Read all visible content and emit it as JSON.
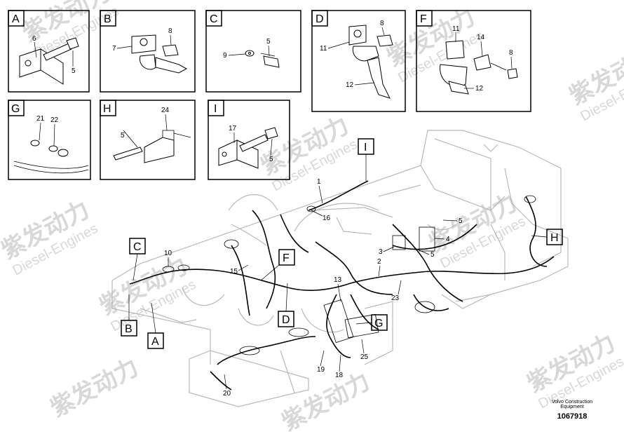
{
  "detail_boxes": [
    {
      "id": "box-a",
      "letter": "A",
      "callouts": [
        "6",
        "5"
      ]
    },
    {
      "id": "box-b",
      "letter": "B",
      "callouts": [
        "8",
        "7"
      ]
    },
    {
      "id": "box-c",
      "letter": "C",
      "callouts": [
        "5",
        "9"
      ]
    },
    {
      "id": "box-d",
      "letter": "D",
      "callouts": [
        "8",
        "11",
        "12"
      ]
    },
    {
      "id": "box-f",
      "letter": "F",
      "callouts": [
        "11",
        "14",
        "8",
        "12"
      ]
    },
    {
      "id": "box-g",
      "letter": "G",
      "callouts": [
        "21",
        "22"
      ]
    },
    {
      "id": "box-h",
      "letter": "H",
      "callouts": [
        "24",
        "5"
      ]
    },
    {
      "id": "box-i",
      "letter": "I",
      "callouts": [
        "17",
        "5"
      ]
    }
  ],
  "main_callouts": [
    "1",
    "16",
    "5",
    "4",
    "3",
    "5",
    "2",
    "23",
    "10",
    "15",
    "13",
    "19",
    "18",
    "25",
    "20"
  ],
  "view_markers": [
    "I",
    "F",
    "C",
    "D",
    "G",
    "B",
    "A",
    "H"
  ],
  "watermark": {
    "cn": "紫发动力",
    "en": "Diesel-Engines"
  },
  "footer": {
    "caption_line1": "Volvo Construction",
    "caption_line2": "Equipment",
    "doc_number": "1067918"
  }
}
